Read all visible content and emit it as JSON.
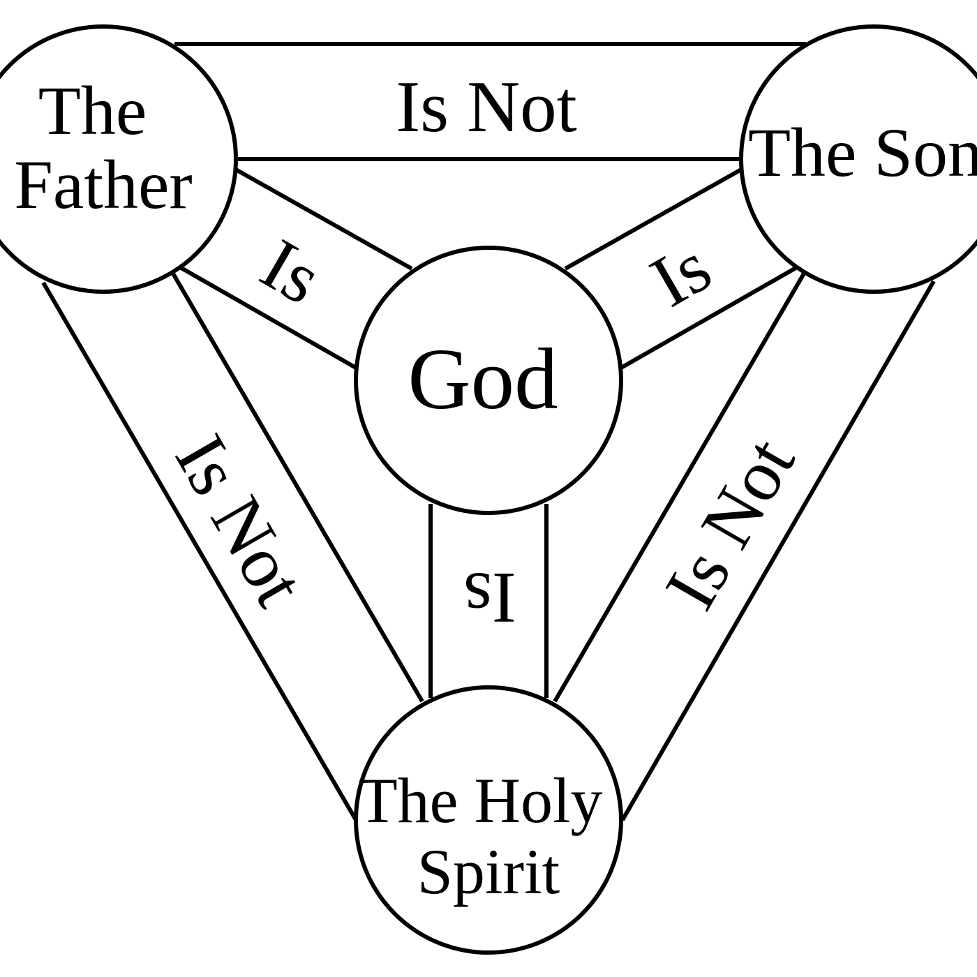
{
  "nodes": {
    "father": {
      "lines": [
        "The",
        "Father"
      ]
    },
    "son": {
      "lines": [
        "The Son"
      ]
    },
    "spirit": {
      "lines": [
        "The Holy",
        "Spirit"
      ]
    },
    "god": {
      "lines": [
        "God"
      ]
    }
  },
  "edges": {
    "father_son": "Is Not",
    "father_spirit": "Is Not",
    "son_spirit": "Is Not",
    "father_god": "Is",
    "son_god": "Is",
    "spirit_god": "Is"
  },
  "colors": {
    "stroke": "#000000",
    "background": "#ffffff"
  }
}
